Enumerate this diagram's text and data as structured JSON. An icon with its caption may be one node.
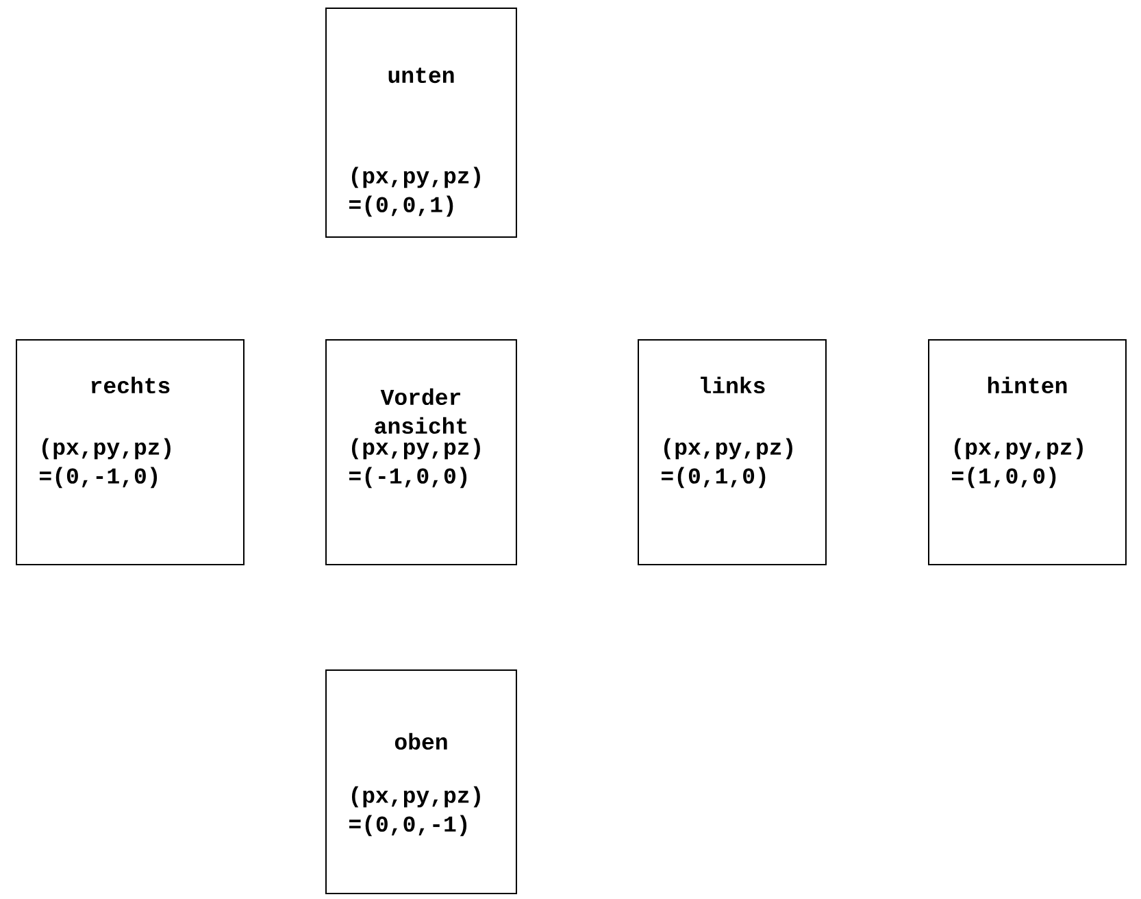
{
  "diagram": {
    "nodes": [
      {
        "text": [
          "unten",
          "(px,py,pz) =(0,0,1)"
        ]
      },
      {
        "text": [
          "rechts",
          "(px,py,pz) =(0,-1,0)"
        ]
      },
      {
        "text": [
          "Vorder ansicht",
          "(px,py,pz) =(-1,0,0)"
        ]
      },
      {
        "text": [
          "links",
          "(px,py,pz) =(0,1,0)"
        ]
      },
      {
        "text": [
          "hinten",
          "(px,py,pz) =(1,0,0)"
        ]
      },
      {
        "text": [
          "oben",
          "(px,py,pz) =(0,0,-1)"
        ]
      }
    ]
  }
}
